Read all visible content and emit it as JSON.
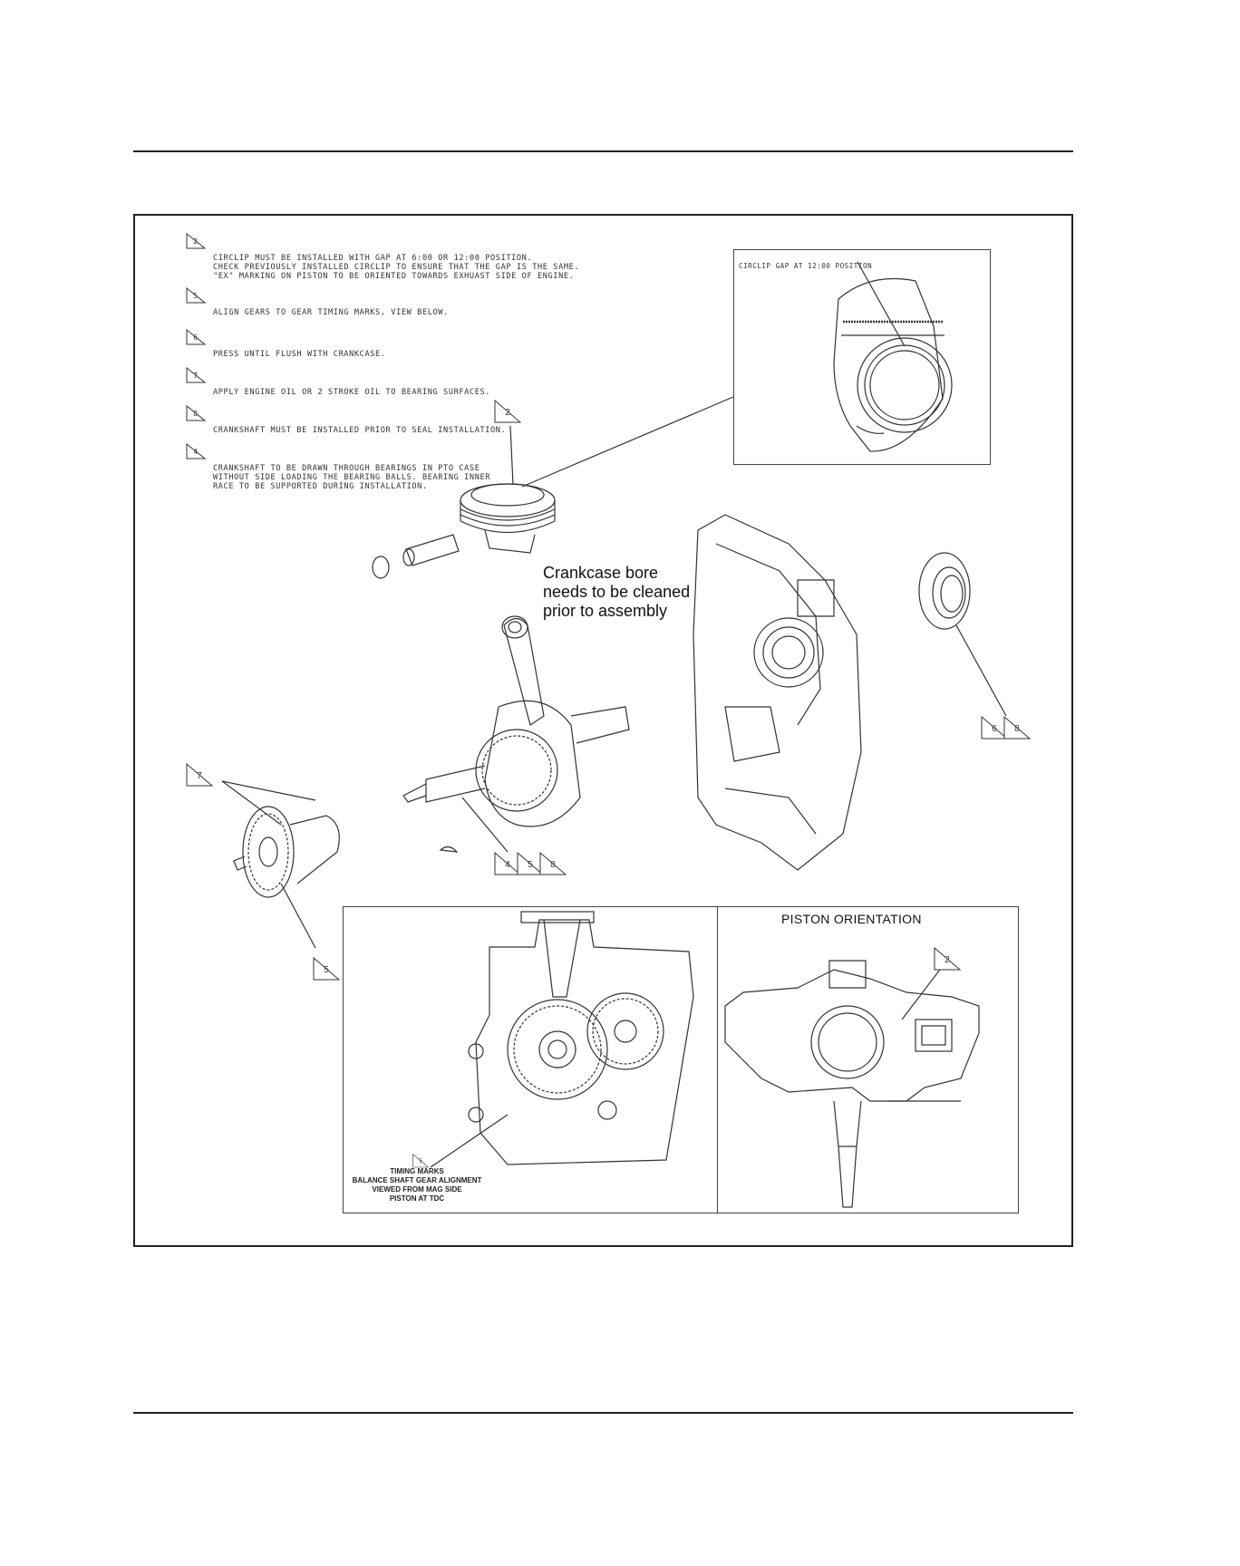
{
  "notes": [
    {
      "num": "2",
      "text": "CIRCLIP MUST BE INSTALLED WITH GAP AT 6:00 OR 12:00 POSITION.\nCHECK PREVIOUSLY INSTALLED CIRCLIP TO ENSURE THAT THE GAP IS THE SAME.\n\"EX\" MARKING ON PISTON TO BE ORIENTED TOWARDS EXHUAST SIDE OF ENGINE."
    },
    {
      "num": "5",
      "text": "ALIGN GEARS TO GEAR TIMING MARKS, VIEW BELOW."
    },
    {
      "num": "6",
      "text": "PRESS UNTIL FLUSH WITH CRANKCASE."
    },
    {
      "num": "7",
      "text": "APPLY ENGINE OIL OR 2 STROKE OIL TO BEARING SURFACES."
    },
    {
      "num": "8",
      "text": "CRANKSHAFT MUST BE INSTALLED PRIOR TO SEAL INSTALLATION."
    },
    {
      "num": "4",
      "text": "CRANKSHAFT TO BE DRAWN THROUGH BEARINGS IN PTO CASE\nWITHOUT SIDE LOADING THE BEARING BALLS. BEARING INNER\nRACE TO BE SUPPORTED DURING INSTALLATION."
    }
  ],
  "circlip_inset_label": "CIRCLIP GAP AT 12:00 POSITION",
  "crankcase_callout": "Crankcase bore\nneeds to be cleaned\nprior to assembly",
  "piston_orientation_title": "PISTON ORIENTATION",
  "timing_marks_caption": "TIMING MARKS\nBALANCE SHAFT GEAR ALIGNMENT\nVIEWED FROM MAG SIDE\nPISTON AT TDC",
  "flags": {
    "piston": "2",
    "seal_a": "6",
    "seal_b": "8",
    "balance_7": "7",
    "balance_5": "5",
    "crank_4": "4",
    "crank_5": "5",
    "crank_8": "8",
    "orientation_2": "2",
    "timing_5": "5"
  }
}
